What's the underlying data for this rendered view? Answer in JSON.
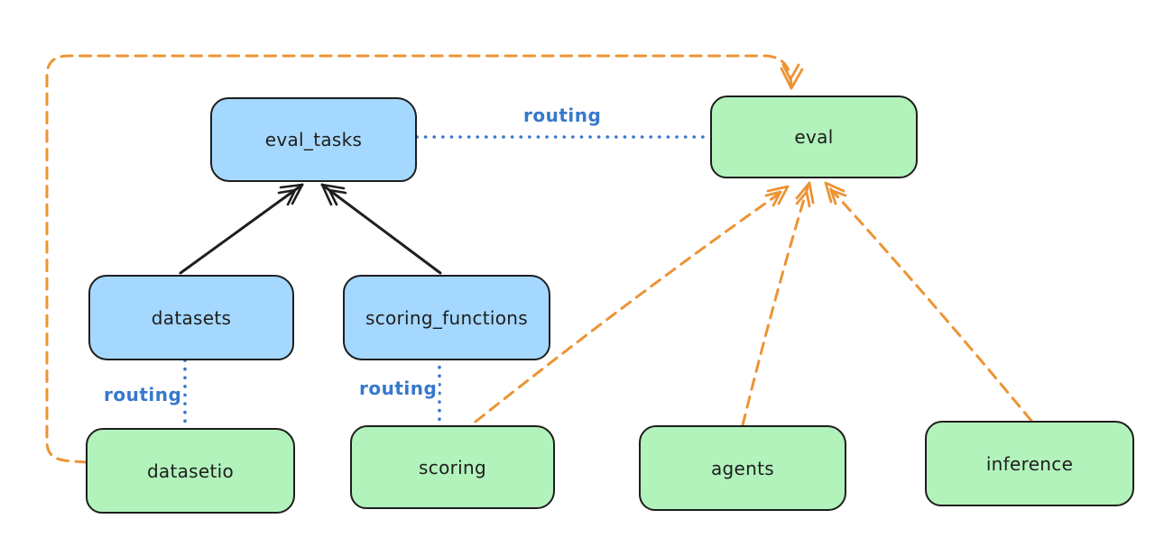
{
  "diagram": {
    "nodes": {
      "eval_tasks": {
        "label": "eval_tasks",
        "fill": "blue"
      },
      "eval": {
        "label": "eval",
        "fill": "green"
      },
      "datasets": {
        "label": "datasets",
        "fill": "blue"
      },
      "scoring_functions": {
        "label": "scoring_functions",
        "fill": "blue"
      },
      "datasetio": {
        "label": "datasetio",
        "fill": "green"
      },
      "scoring": {
        "label": "scoring",
        "fill": "green"
      },
      "agents": {
        "label": "agents",
        "fill": "green"
      },
      "inference": {
        "label": "inference",
        "fill": "green"
      }
    },
    "edges": [
      {
        "from": "datasets",
        "to": "eval_tasks",
        "style": "solid-arrow",
        "color": "#1e1e1e"
      },
      {
        "from": "scoring_functions",
        "to": "eval_tasks",
        "style": "solid-arrow",
        "color": "#1e1e1e"
      },
      {
        "from": "eval_tasks",
        "to": "eval",
        "style": "dotted",
        "color": "#3778cb",
        "label": "routing"
      },
      {
        "from": "datasets",
        "to": "datasetio",
        "style": "dotted",
        "color": "#3778cb",
        "label": "routing"
      },
      {
        "from": "scoring_functions",
        "to": "scoring",
        "style": "dotted",
        "color": "#3778cb",
        "label": "routing"
      },
      {
        "from": "datasetio",
        "to": "eval",
        "style": "dashed-arrow",
        "color": "#ec9434"
      },
      {
        "from": "scoring",
        "to": "eval",
        "style": "dashed-arrow",
        "color": "#ec9434"
      },
      {
        "from": "agents",
        "to": "eval",
        "style": "dashed-arrow",
        "color": "#ec9434"
      },
      {
        "from": "inference",
        "to": "eval",
        "style": "dashed-arrow",
        "color": "#ec9434"
      }
    ],
    "colors": {
      "registry_fill": "#a5d8ff",
      "api_fill": "#b2f2bb",
      "node_border": "#1e1e1e",
      "routing_line": "#3778cb",
      "dependency_line": "#ec9434",
      "inheritance_line": "#1e1e1e",
      "background": "#ffffff"
    }
  }
}
